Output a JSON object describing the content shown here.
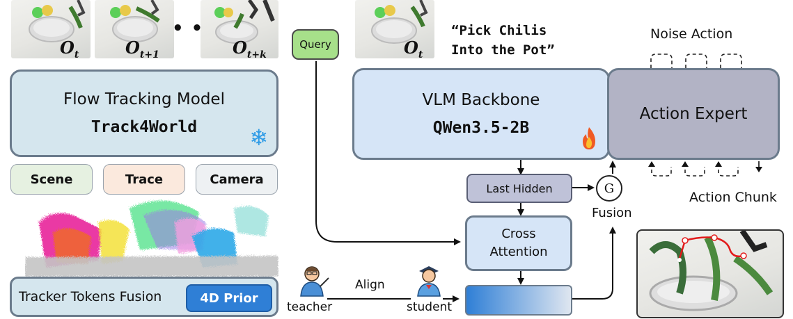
{
  "observations": {
    "frames": [
      {
        "label_base": "O",
        "label_sub": "t"
      },
      {
        "label_base": "O",
        "label_sub": "t+1"
      },
      {
        "label_base": "O",
        "label_sub": "t+k"
      }
    ],
    "ellipsis": "• • •",
    "current": {
      "label_base": "O",
      "label_sub": "t"
    }
  },
  "instruction": {
    "line1": "“Pick Chilis",
    "line2": "Into the Pot”"
  },
  "query": {
    "label": "Query"
  },
  "flow_model": {
    "title": "Flow Tracking Model",
    "name": "Track4World",
    "frozen_icon": "snowflake-icon"
  },
  "outputs": {
    "scene": "Scene",
    "trace": "Trace",
    "camera": "Camera"
  },
  "fusion_box": {
    "label": "Tracker Tokens Fusion",
    "prior_badge": "4D Prior"
  },
  "align": {
    "teacher": "teacher",
    "label": "Align",
    "student": "student"
  },
  "vlm": {
    "title": "VLM Backbone",
    "name": "QWen3.5-2B",
    "trainable_icon": "fire-icon"
  },
  "action_expert": {
    "title": "Action Expert",
    "noise_label": "Noise Action",
    "chunk_label": "Action Chunk"
  },
  "last_hidden": {
    "label": "Last Hidden"
  },
  "gate": {
    "symbol": "G",
    "label": "Fusion"
  },
  "cross_attention": {
    "line1": "Cross",
    "line2": "Attention"
  },
  "colors": {
    "box_fill": "#d5e6ee",
    "vlm_fill": "#d6e5f7",
    "expert_fill": "#b2b3c5",
    "badge_blue": "#2f7fd6",
    "query_green": "#a7e08a",
    "hidden_fill": "#bfc2d8",
    "scene_fill": "#e6f1e1",
    "trace_fill": "#fbe9dd",
    "camera_fill": "#eef1f3"
  }
}
